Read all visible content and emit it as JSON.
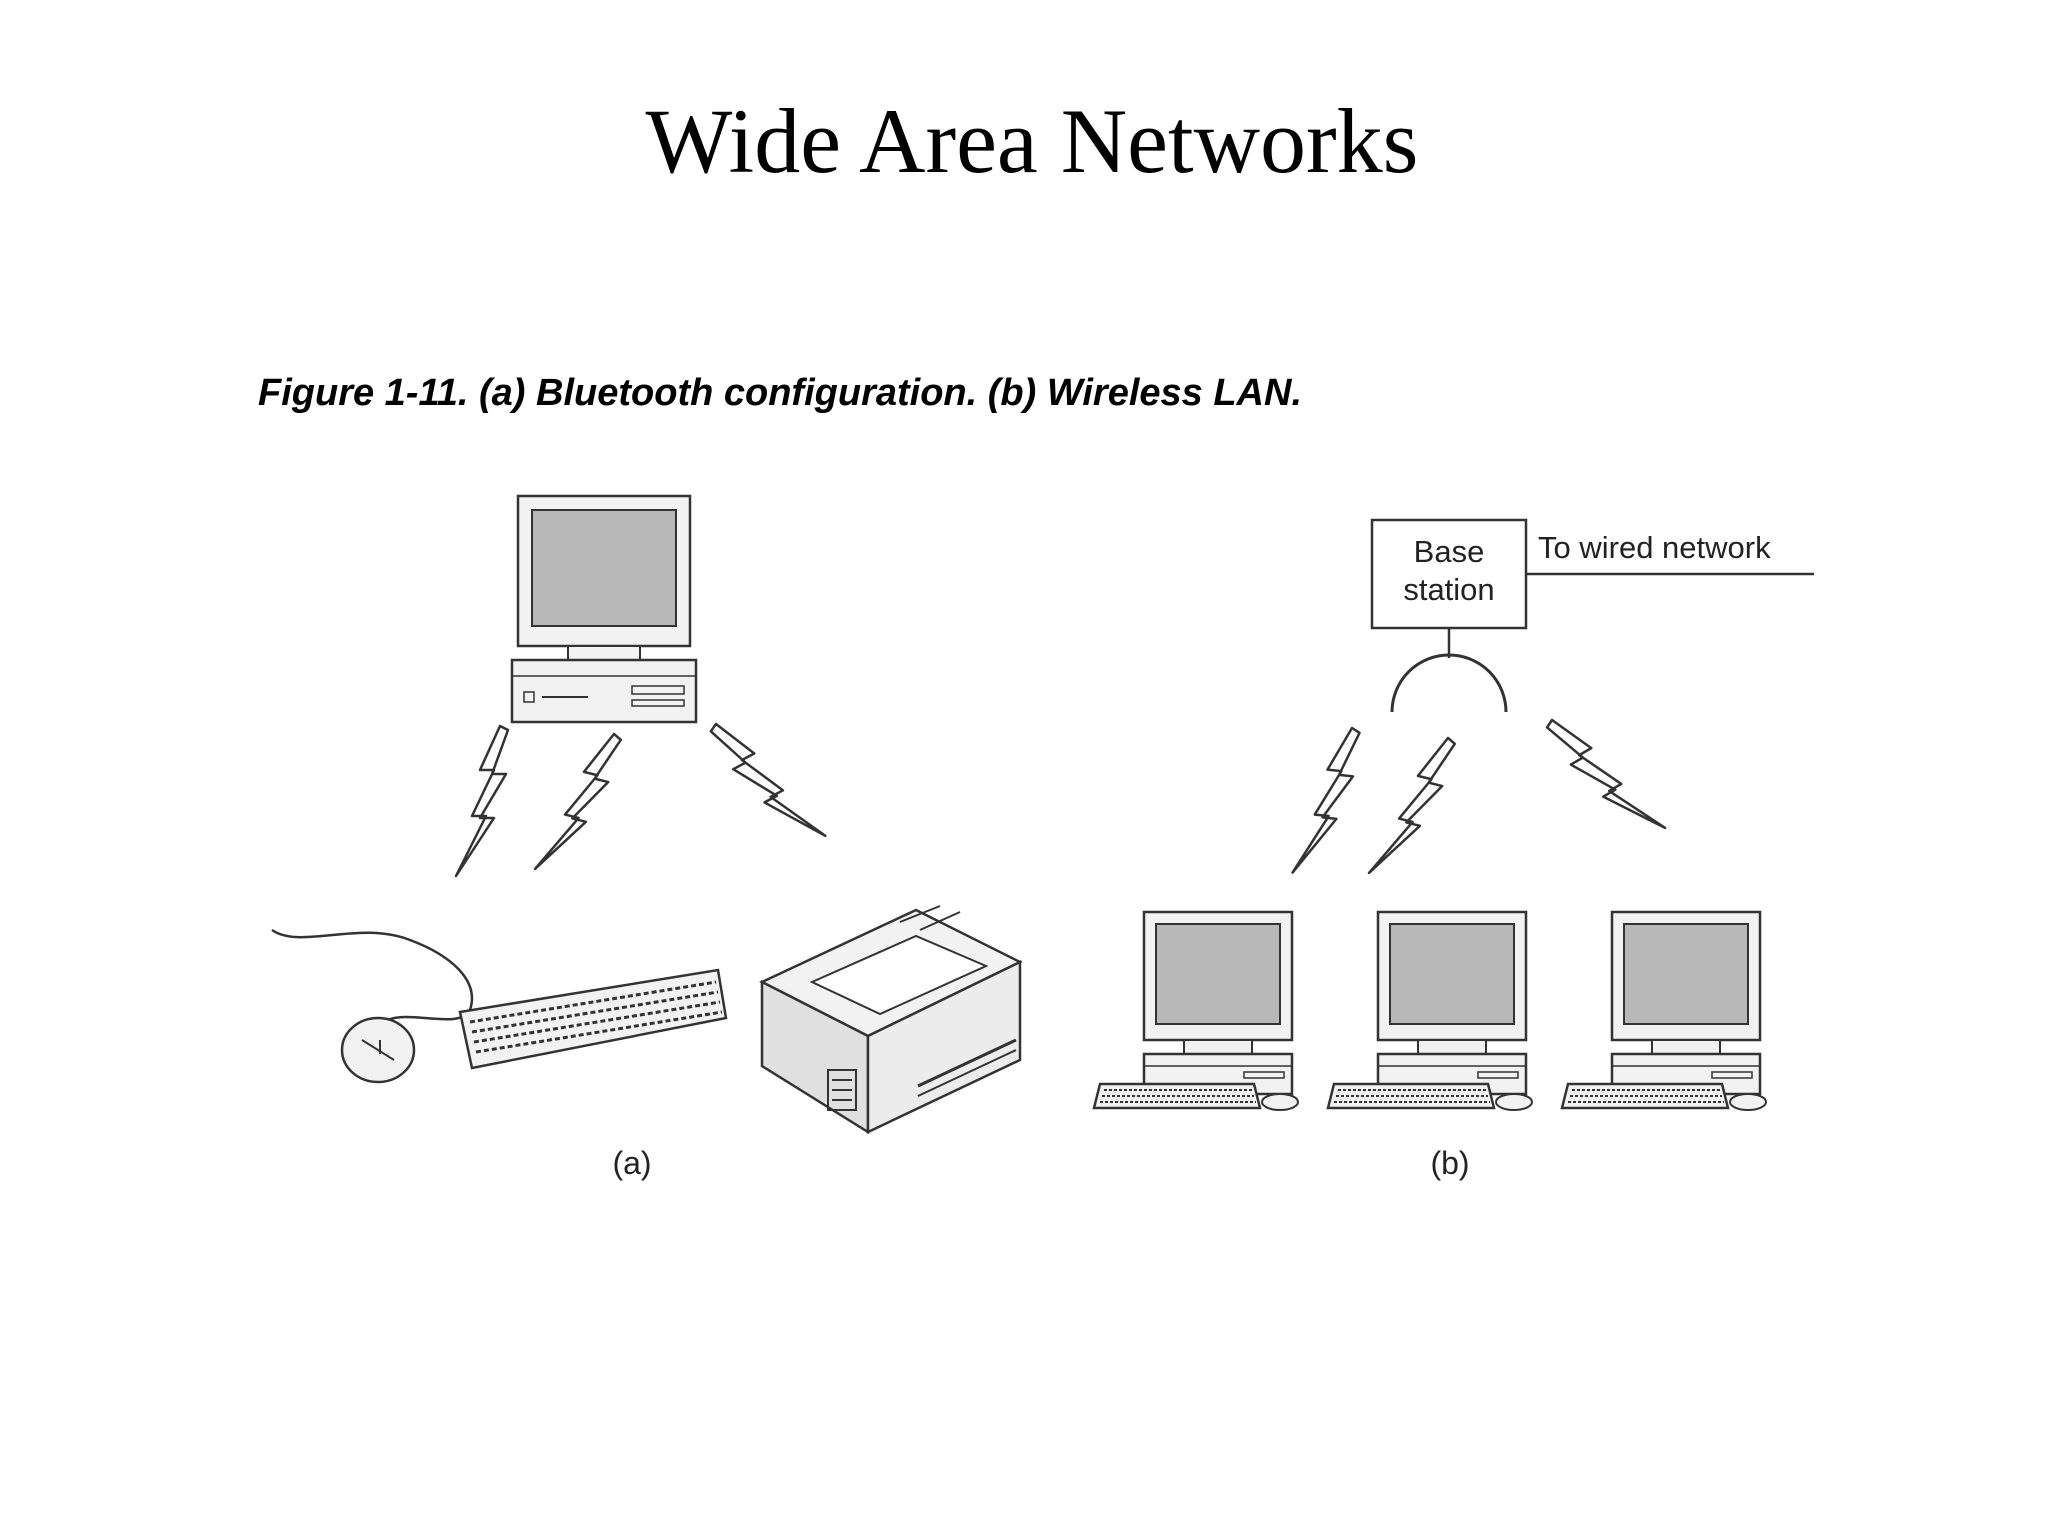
{
  "slide": {
    "title": "Wide Area Networks"
  },
  "figure": {
    "caption": "Figure 1-11. (a) Bluetooth configuration. (b) Wireless LAN.",
    "panel_a": {
      "label": "(a)"
    },
    "panel_b": {
      "label": "(b)",
      "base_station_line1": "Base",
      "base_station_line2": "station",
      "wired_label": "To wired network"
    }
  },
  "colors": {
    "screen": "#b8b8b8",
    "outline": "#333333",
    "body": "#f2f2f2"
  }
}
